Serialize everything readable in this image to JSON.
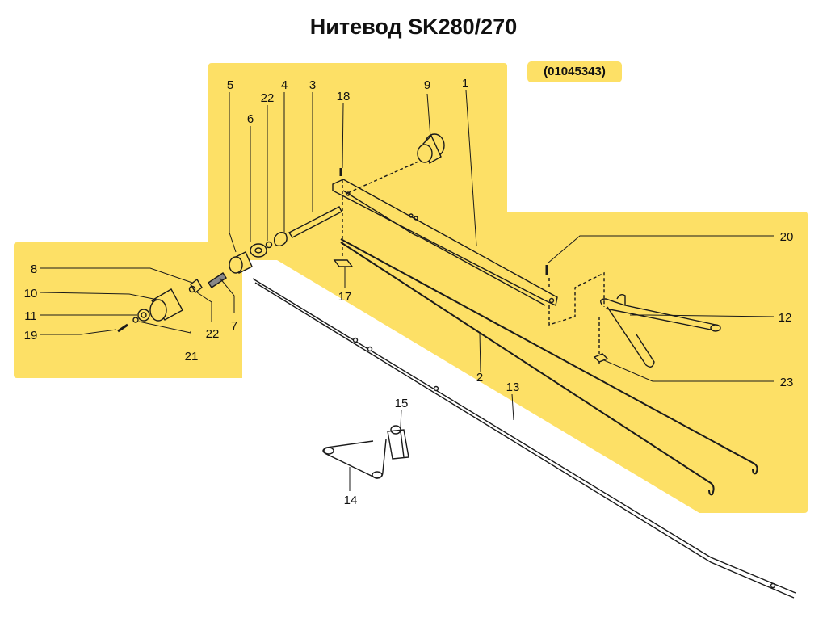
{
  "header": {
    "title": "Нитевод SK280/270",
    "part_code": "(01045343)"
  },
  "colors": {
    "highlight": "#fde066",
    "line": "#1a1a1a",
    "background": "#ffffff"
  },
  "callouts": {
    "c1": "1",
    "c2": "2",
    "c3": "3",
    "c4": "4",
    "c5": "5",
    "c6": "6",
    "c7": "7",
    "c8": "8",
    "c9": "9",
    "c10": "10",
    "c11": "11",
    "c12": "12",
    "c13": "13",
    "c14": "14",
    "c15": "15",
    "c17": "17",
    "c18": "18",
    "c19": "19",
    "c20": "20",
    "c21": "21",
    "c22a": "22",
    "c22b": "22",
    "c23": "23"
  }
}
